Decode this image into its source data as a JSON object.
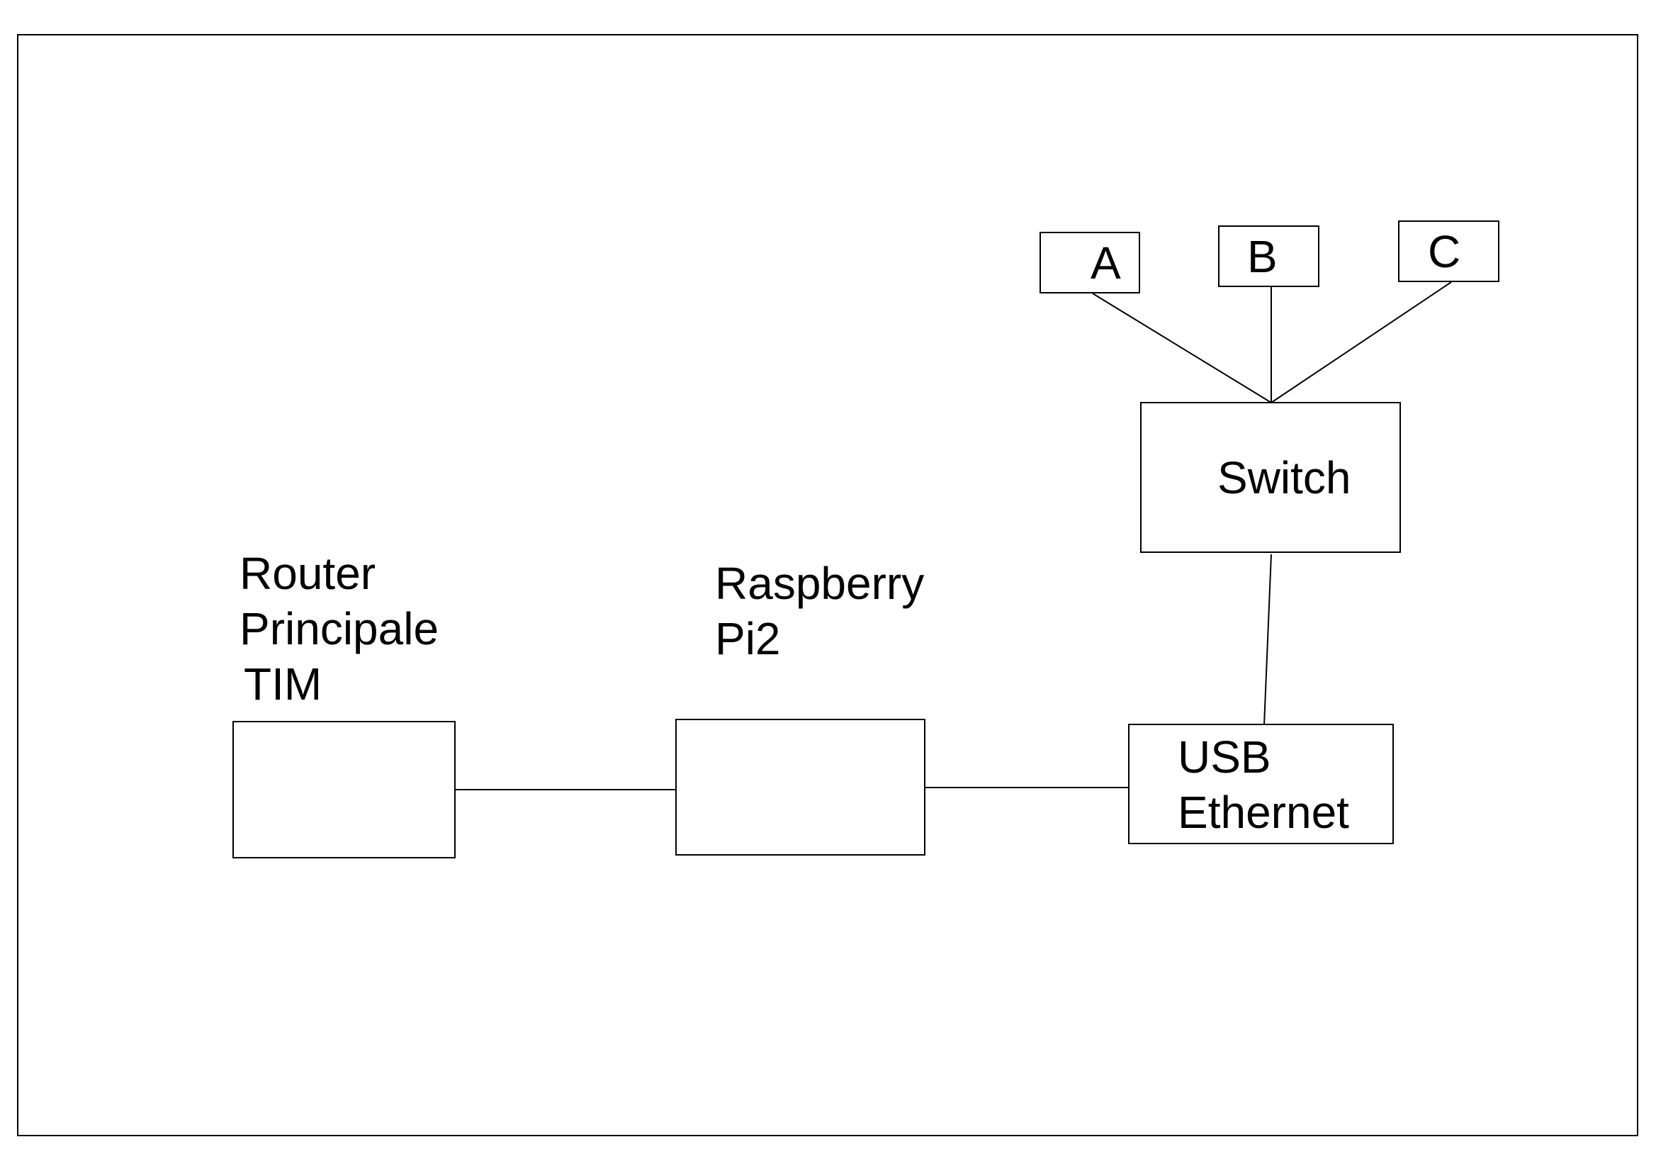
{
  "nodes": {
    "router": {
      "label_lines": [
        "Router",
        "Principale",
        "TIM"
      ]
    },
    "raspberry": {
      "label_lines": [
        "Raspberry",
        "Pi2"
      ]
    },
    "usb_ethernet": {
      "label_lines": [
        "USB",
        "Ethernet"
      ]
    },
    "switch": {
      "label": "Switch"
    },
    "host_a": {
      "label": "A"
    },
    "host_b": {
      "label": "B"
    },
    "host_c": {
      "label": "C"
    }
  },
  "connections": [
    {
      "from": "router",
      "to": "raspberry"
    },
    {
      "from": "raspberry",
      "to": "usb_ethernet"
    },
    {
      "from": "usb_ethernet",
      "to": "switch"
    },
    {
      "from": "switch",
      "to": "host_a"
    },
    {
      "from": "switch",
      "to": "host_b"
    },
    {
      "from": "switch",
      "to": "host_c"
    }
  ],
  "colors": {
    "stroke": "#000000",
    "background": "#ffffff"
  }
}
